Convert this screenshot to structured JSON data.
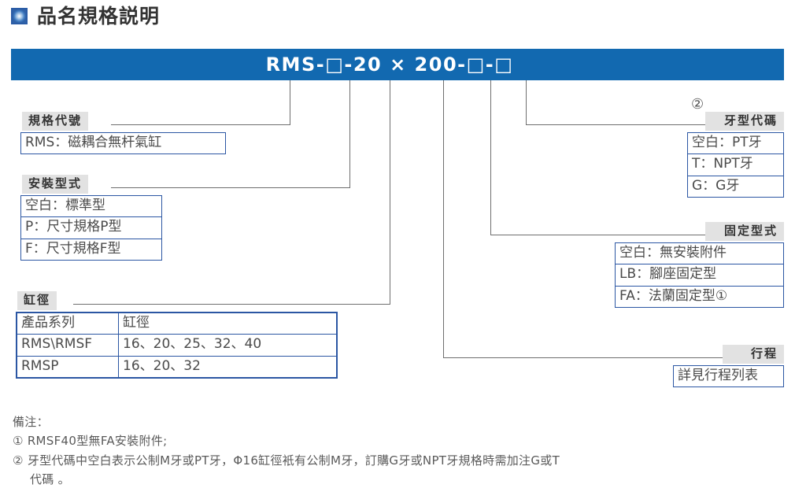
{
  "header": {
    "icon": "blue-square-bullet-icon",
    "title": "品名規格説明"
  },
  "banner": {
    "model_code": "RMS-□-20 × 200-□-□",
    "color": "#1269b0"
  },
  "sections": {
    "spec_code": {
      "label": "規格代號",
      "items": [
        "RMS：磁耦合無杆氣缸"
      ]
    },
    "mounting_type": {
      "label": "安裝型式",
      "items": [
        "空白：標準型",
        "P：尺寸規格P型",
        "F：尺寸規格F型"
      ]
    },
    "bore": {
      "label": "缸徑",
      "columns": [
        "產品系列",
        "缸徑"
      ],
      "rows": [
        [
          "RMS\\RMSF",
          "16、20、25、32、40"
        ],
        [
          "RMSP",
          "16、20、32"
        ]
      ]
    },
    "thread_code": {
      "label": "牙型代碼",
      "marker": "②",
      "items": [
        "空白：PT牙",
        "T：NPT牙",
        "G：G牙"
      ]
    },
    "fixing_type": {
      "label": "固定型式",
      "items": [
        "空白：無安裝附件",
        "LB：腳座固定型",
        "FA：法蘭固定型①"
      ]
    },
    "stroke": {
      "label": "行程",
      "items": [
        "詳見行程列表"
      ]
    }
  },
  "notes": {
    "heading": "備注：",
    "items": [
      "① RMSF40型無FA安裝附件;",
      "② 牙型代碼中空白表示公制M牙或PT牙，Φ16缸徑衹有公制M牙，訂購G牙或NPT牙規格時需加注G或T",
      "代碼 。"
    ]
  }
}
